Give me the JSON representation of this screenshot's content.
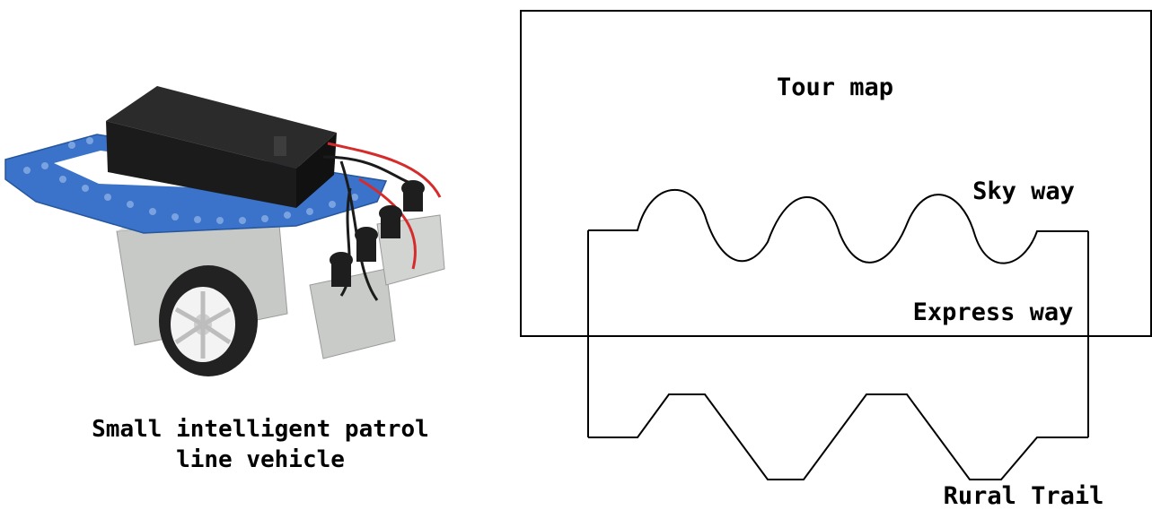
{
  "vehicle": {
    "caption_line1": "Small intelligent patrol",
    "caption_line2": "line vehicle"
  },
  "map": {
    "title": "Tour map",
    "sky_way": "Sky way",
    "express_way": "Express way",
    "rural_trail": "Rural Trail"
  },
  "colors": {
    "lego_blue": "#3a73c9",
    "battery_black": "#1b1b1b",
    "gear_grey": "#c9cbc8",
    "wire_red": "#d62b2b",
    "tire_black": "#222222",
    "line": "#000000"
  }
}
